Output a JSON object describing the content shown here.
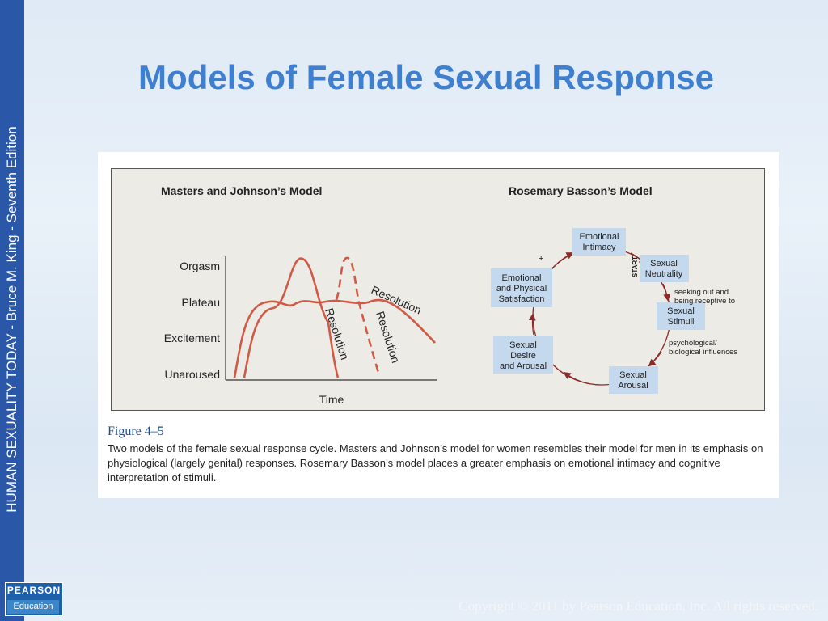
{
  "sidebar": {
    "text": "HUMAN SEXUALITY TODAY - Bruce M. King - Seventh Edition"
  },
  "title": "Models of Female Sexual Response",
  "figure": {
    "left_heading": "Masters and Johnson’s Model",
    "right_heading": "Rosemary Basson’s Model",
    "y_levels": [
      "Orgasm",
      "Plateau",
      "Excitement",
      "Unaroused"
    ],
    "x_label": "Time",
    "curve_labels": {
      "resolution_1": "Resolution",
      "resolution_2": "Resolution",
      "resolution_3": "Resolution"
    },
    "basson": {
      "emotional_intimacy": [
        "Emotional",
        "Intimacy"
      ],
      "sexual_neutrality": [
        "Sexual",
        "Neutrality"
      ],
      "sexual_stimuli": [
        "Sexual",
        "Stimuli"
      ],
      "sexual_arousal": [
        "Sexual",
        "Arousal"
      ],
      "sexual_desire": [
        "Sexual",
        "Desire",
        "and Arousal"
      ],
      "emotional_satisfaction": [
        "Emotional",
        "and Physical",
        "Satisfaction"
      ],
      "start": "START",
      "plus": "+",
      "note_1": [
        "seeking out and",
        "being receptive to"
      ],
      "note_2": [
        "psychological/",
        "biological influences"
      ]
    },
    "colors": {
      "curve": "#cf5a45",
      "box": "#c5d9ee",
      "arrow": "#8e2a2a"
    }
  },
  "figure_label": "Figure 4–5",
  "caption": "Two models of the female sexual response cycle. Masters and Johnson’s model for women resembles their model for men in its emphasis on physiological (largely genital) responses. Rosemary Basson’s model places a greater emphasis on emotional intimacy and cognitive interpretation of stimuli.",
  "copyright": "Copyright © 2011 by Pearson Education, Inc. All rights reserved.",
  "logo": {
    "top": "PEARSON",
    "bottom": "Education"
  }
}
